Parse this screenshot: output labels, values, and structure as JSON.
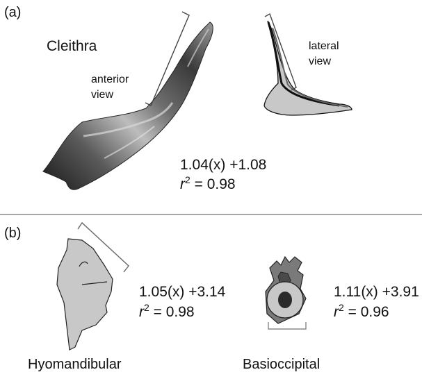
{
  "panel_a": {
    "label": "(a)",
    "title": "Cleithra",
    "anterior": {
      "line1": "anterior",
      "line2": "view"
    },
    "lateral": {
      "line1": "lateral",
      "line2": "view"
    },
    "equation": "1.04(x) +1.08",
    "r2": {
      "r": "r",
      "sup": "2",
      "value": " = 0.98"
    }
  },
  "panel_b": {
    "label": "(b)",
    "hyomandibular": {
      "name": "Hyomandibular",
      "equation": "1.05(x) +3.14",
      "r2": {
        "r": "r",
        "sup": "2",
        "value": " = 0.98"
      }
    },
    "basioccipital": {
      "name": "Basioccipital",
      "equation": "1.11(x) +3.91",
      "r2": {
        "r": "r",
        "sup": "2",
        "value": " = 0.96"
      }
    }
  },
  "colors": {
    "bone_fill": "#c8c8c8",
    "bone_dark": "#7a7a7a",
    "bone_darkest": "#2a2a2a",
    "divider": "#888888"
  }
}
